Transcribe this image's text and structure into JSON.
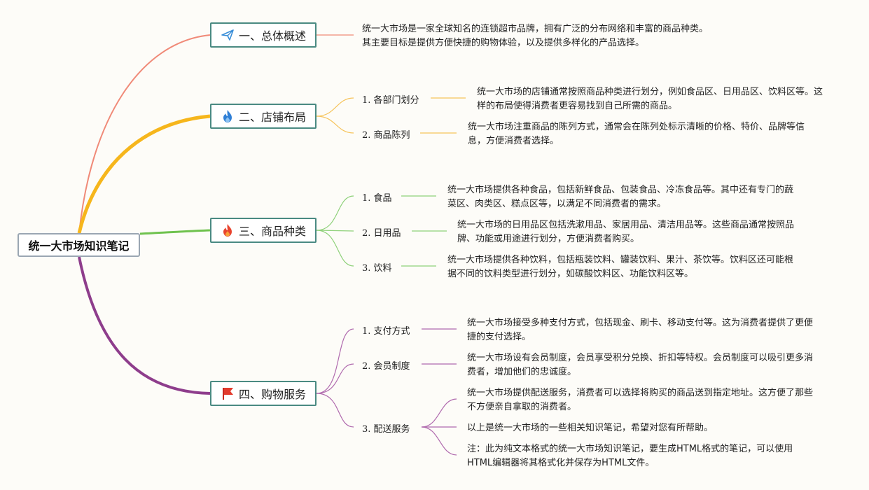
{
  "root": {
    "label": "统一大市场知识笔记"
  },
  "branches": [
    {
      "label": "一、总体概述",
      "icon": "paper-plane-icon",
      "color": "#f08a78",
      "note": "统一大市场是一家全球知名的连锁超市品牌，拥有广泛的分布网络和丰富的商品种类。其主要目标是提供方便快捷的购物体验，以及提供多样化的产品选择。"
    },
    {
      "label": "二、店铺布局",
      "icon": "flame-icon",
      "color": "#f6b61c",
      "subs": [
        {
          "label": "1. 各部门划分",
          "note": "统一大市场的店铺通常按照商品种类进行划分，例如食品区、日用品区、饮料区等。这样的布局使得消费者更容易找到自己所需的商品。"
        },
        {
          "label": "2. 商品陈列",
          "note": "统一大市场注重商品的陈列方式，通常会在陈列处标示清晰的价格、特价、品牌等信息，方便消费者选择。"
        }
      ]
    },
    {
      "label": "三、商品种类",
      "icon": "fire-icon",
      "color": "#6fc24e",
      "subs": [
        {
          "label": "1. 食品",
          "note": "统一大市场提供各种食品，包括新鲜食品、包装食品、冷冻食品等。其中还有专门的蔬菜区、肉类区、糕点区等，以满足不同消费者的需求。"
        },
        {
          "label": "2. 日用品",
          "note": "统一大市场的日用品区包括洗漱用品、家居用品、清洁用品等。这些商品通常按照品牌、功能或用途进行划分，方便消费者购买。"
        },
        {
          "label": "3. 饮料",
          "note": "统一大市场提供各种饮料，包括瓶装饮料、罐装饮料、果汁、茶饮等。饮料区还可能根据不同的饮料类型进行划分，如碳酸饮料区、功能饮料区等。"
        }
      ]
    },
    {
      "label": "四、购物服务",
      "icon": "red-flag-icon",
      "color": "#8e3d8c",
      "subs": [
        {
          "label": "1. 支付方式",
          "note": "统一大市场接受多种支付方式，包括现金、刷卡、移动支付等。这为消费者提供了更便捷的支付选择。"
        },
        {
          "label": "2. 会员制度",
          "note": "统一大市场设有会员制度，会员享受积分兑换、折扣等特权。会员制度可以吸引更多消费者，增加他们的忠诚度。"
        },
        {
          "label": "3. 配送服务",
          "notes": [
            "统一大市场提供配送服务，消费者可以选择将购买的商品送到指定地址。这方便了那些不方便亲自拿取的消费者。",
            "以上是统一大市场的一些相关知识笔记，希望对您有所帮助。",
            "注：此为纯文本格式的统一大市场知识笔记，要生成HTML格式的笔记，可以使用HTML编辑器将其格式化并保存为HTML文件。"
          ]
        }
      ]
    }
  ]
}
